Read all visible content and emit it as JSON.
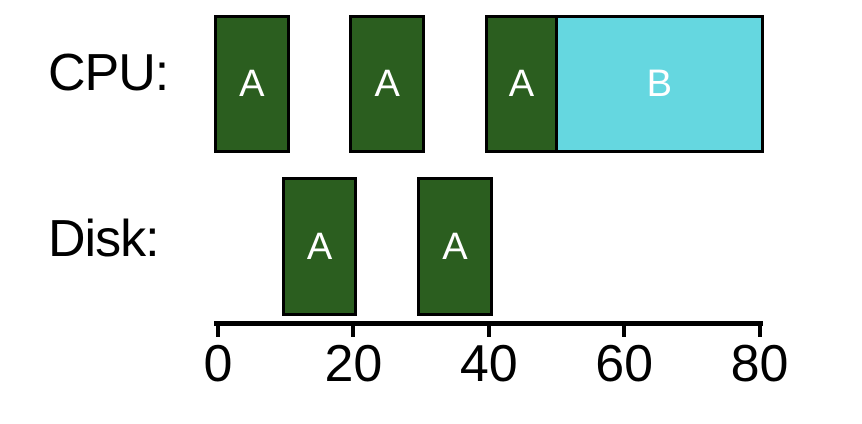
{
  "page": {
    "background": "#ffffff"
  },
  "chart_data": {
    "type": "bar",
    "variant": "scheduling-timeline-gantt",
    "title": "",
    "xlabel": "",
    "ylabel": "",
    "legend": "none",
    "grid": false,
    "x_axis": {
      "min": 0,
      "max": 80,
      "tick_interval": 20,
      "ticks": [
        0,
        20,
        40,
        60,
        80
      ]
    },
    "rows": [
      {
        "id": "cpu",
        "label": "CPU:",
        "intervals": [
          {
            "process": "A",
            "start": 0,
            "end": 10,
            "color": "#2b5e1f",
            "text_color": "#ffffff"
          },
          {
            "process": "A",
            "start": 20,
            "end": 30,
            "color": "#2b5e1f",
            "text_color": "#ffffff"
          },
          {
            "process": "A",
            "start": 40,
            "end": 50,
            "color": "#2b5e1f",
            "text_color": "#ffffff"
          },
          {
            "process": "B",
            "start": 50,
            "end": 80,
            "color": "#65d7e0",
            "text_color": "#ffffff"
          }
        ]
      },
      {
        "id": "disk",
        "label": "Disk:",
        "intervals": [
          {
            "process": "A",
            "start": 10,
            "end": 20,
            "color": "#2b5e1f",
            "text_color": "#ffffff"
          },
          {
            "process": "A",
            "start": 30,
            "end": 40,
            "color": "#2b5e1f",
            "text_color": "#ffffff"
          }
        ]
      }
    ],
    "colors": {
      "process_a": "#2b5e1f",
      "process_b": "#65d7e0",
      "interval_border": "#000000",
      "axis": "#000000",
      "label_text": "#000000",
      "process_label_text": "#ffffff"
    }
  }
}
